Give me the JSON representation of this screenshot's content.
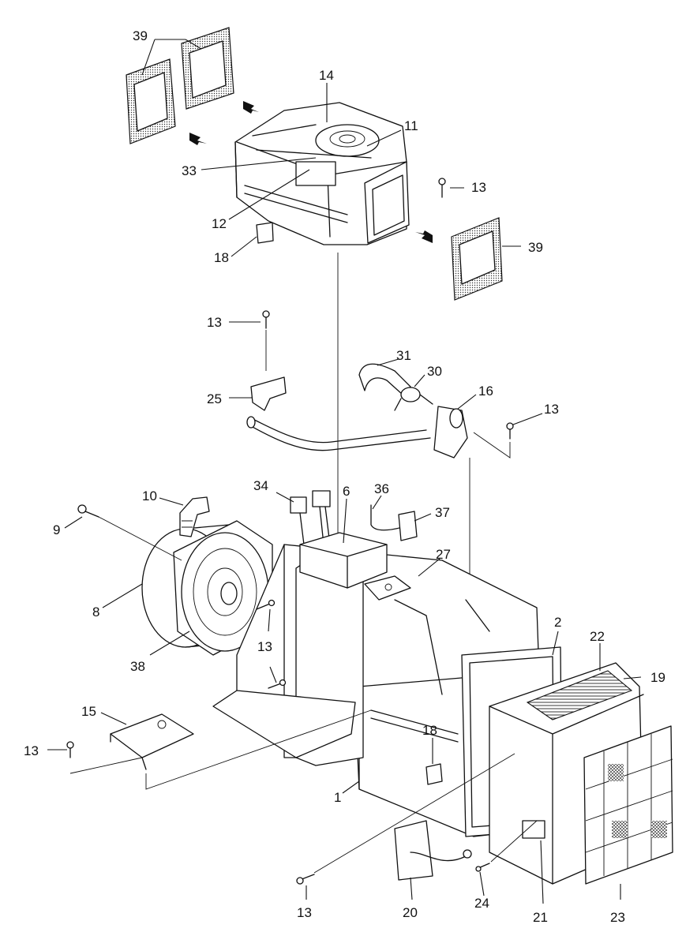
{
  "diagram": {
    "callouts": [
      {
        "id": "c39a",
        "text": "39"
      },
      {
        "id": "c14",
        "text": "14"
      },
      {
        "id": "c11",
        "text": "11"
      },
      {
        "id": "c33",
        "text": "33"
      },
      {
        "id": "c13a",
        "text": "13"
      },
      {
        "id": "c12",
        "text": "12"
      },
      {
        "id": "c18a",
        "text": "18"
      },
      {
        "id": "c39b",
        "text": "39"
      },
      {
        "id": "c13b",
        "text": "13"
      },
      {
        "id": "c31",
        "text": "31"
      },
      {
        "id": "c30",
        "text": "30"
      },
      {
        "id": "c25",
        "text": "25"
      },
      {
        "id": "c16",
        "text": "16"
      },
      {
        "id": "c13c",
        "text": "13"
      },
      {
        "id": "c34",
        "text": "34"
      },
      {
        "id": "c36",
        "text": "36"
      },
      {
        "id": "c6",
        "text": "6"
      },
      {
        "id": "c10",
        "text": "10"
      },
      {
        "id": "c37",
        "text": "37"
      },
      {
        "id": "c9",
        "text": "9"
      },
      {
        "id": "c27",
        "text": "27"
      },
      {
        "id": "c8",
        "text": "8"
      },
      {
        "id": "c2",
        "text": "2"
      },
      {
        "id": "c22",
        "text": "22"
      },
      {
        "id": "c13d",
        "text": "13"
      },
      {
        "id": "c38",
        "text": "38"
      },
      {
        "id": "c19",
        "text": "19"
      },
      {
        "id": "c15",
        "text": "15"
      },
      {
        "id": "c13e",
        "text": "13"
      },
      {
        "id": "c18b",
        "text": "18"
      },
      {
        "id": "c1",
        "text": "1"
      },
      {
        "id": "c13f",
        "text": "13"
      },
      {
        "id": "c20",
        "text": "20"
      },
      {
        "id": "c24",
        "text": "24"
      },
      {
        "id": "c21",
        "text": "21"
      },
      {
        "id": "c23",
        "text": "23"
      }
    ]
  }
}
